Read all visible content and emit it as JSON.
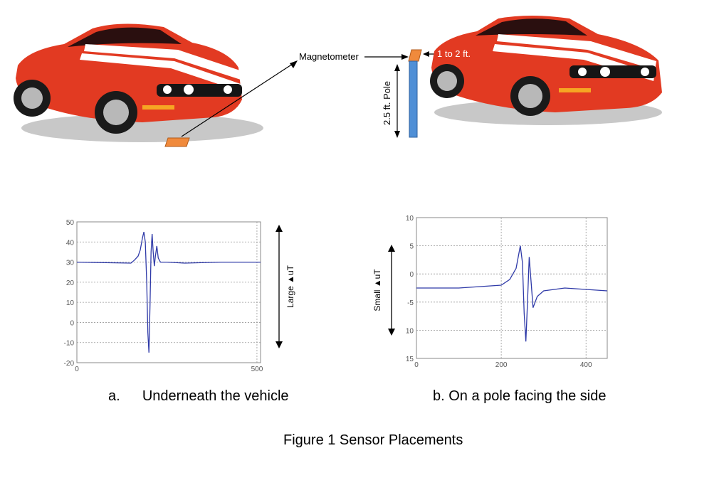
{
  "diagram": {
    "magnetometer_label": "Magnetometer",
    "distance_label": "1 to 2 ft.",
    "pole_label": "2.5 ft. Pole",
    "colors": {
      "car_body": "#e23a22",
      "stripe": "#ffffff",
      "sensor": "#f08a3c",
      "pole": "#4f8fd6",
      "signal": "#2f3aa8"
    }
  },
  "chart_data": [
    {
      "type": "line",
      "series": [
        {
          "values": [
            [
              0,
              30
            ],
            [
              150,
              29.5
            ],
            [
              160,
              31
            ],
            [
              170,
              33
            ],
            [
              176,
              36
            ],
            [
              182,
              42
            ],
            [
              186,
              45
            ],
            [
              190,
              40
            ],
            [
              194,
              20
            ],
            [
              197,
              -5
            ],
            [
              200,
              -15
            ],
            [
              203,
              8
            ],
            [
              206,
              35
            ],
            [
              209,
              44
            ],
            [
              212,
              35
            ],
            [
              215,
              28
            ],
            [
              218,
              33
            ],
            [
              222,
              38
            ],
            [
              226,
              32
            ],
            [
              232,
              30
            ],
            [
              250,
              30
            ],
            [
              300,
              29.5
            ],
            [
              400,
              30
            ],
            [
              510,
              30
            ]
          ]
        }
      ],
      "xlim": [
        0,
        510
      ],
      "ylim": [
        -20,
        50
      ],
      "x_ticks": [
        "0",
        "500"
      ],
      "y_ticks": [
        "50",
        "40",
        "30",
        "20",
        "10",
        "0",
        "-10",
        "-20"
      ],
      "side_label": "Large ▲uT",
      "grid": true
    },
    {
      "type": "line",
      "series": [
        {
          "values": [
            [
              0,
              -2.5
            ],
            [
              100,
              -2.5
            ],
            [
              200,
              -2
            ],
            [
              220,
              -1
            ],
            [
              235,
              1
            ],
            [
              245,
              5
            ],
            [
              250,
              2
            ],
            [
              254,
              -7
            ],
            [
              258,
              -12
            ],
            [
              262,
              -5
            ],
            [
              266,
              3
            ],
            [
              270,
              -1
            ],
            [
              275,
              -6
            ],
            [
              285,
              -4
            ],
            [
              300,
              -3
            ],
            [
              350,
              -2.5
            ],
            [
              450,
              -3
            ]
          ]
        }
      ],
      "xlim": [
        0,
        450
      ],
      "ylim": [
        -15,
        10
      ],
      "x_ticks": [
        "0",
        "200",
        "400"
      ],
      "y_ticks": [
        "10",
        "5",
        "0",
        "-5",
        "10",
        "15"
      ],
      "side_label": "Small ▲uT",
      "grid": true
    }
  ],
  "captions": {
    "a_prefix": "a.",
    "a_text": "Underneath the vehicle",
    "b_text": "b. On a pole facing the side"
  },
  "figure_title": "Figure 1 Sensor Placements"
}
